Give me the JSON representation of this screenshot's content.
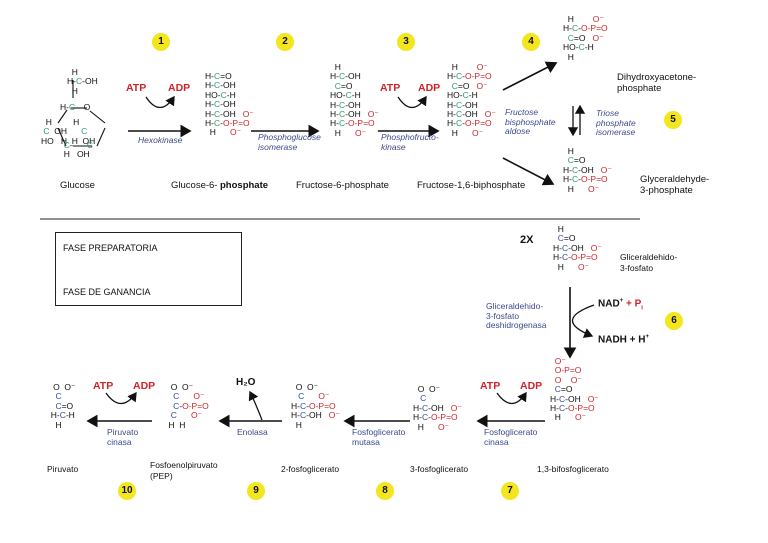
{
  "steps": [
    "1",
    "2",
    "3",
    "4",
    "5",
    "6",
    "7",
    "8",
    "9",
    "10"
  ],
  "cofactors": {
    "atp": "ATP",
    "adp": "ADP",
    "h2o": "H₂O",
    "two_x": "2X",
    "nad": "NAD",
    "pi": "P",
    "nadh": "NADH + H"
  },
  "enzymes": {
    "e1": "Hexokinase",
    "e2": "Phosphoglucose\nisomerase",
    "e3": "Phosphofructo-\nkinase",
    "e4": "Fructose\nbisphosphate\naldose",
    "e5": "Triose\nphosphate\nisomerase",
    "e6": "Gliceraldehido-\n3-fosfato\ndeshidrogenasa",
    "e7": "Fosfoglicerato\ncinasa",
    "e8": "Fosfoglicerato\nmutasa",
    "e9": "Enolasa",
    "e10": "Piruvato\ncinasa"
  },
  "labels": {
    "glucose": "Glucose",
    "g6p_a": "Glucose-6-",
    "g6p_b": "phosphate",
    "f6p": "Fructose-6-phosphate",
    "f16bp": "Fructose-1,6-biphosphate",
    "dhap": "Dihydroxyacetone-\nphosphate",
    "gap_en": "Glyceraldehyde-\n3-phosphate",
    "gap_es": "Gliceraldehido-\n3-fosfato",
    "bpg13": "1,3-bifosfoglicerato",
    "pg3": "3-fosfoglicerato",
    "pg2": "2-fosfoglicerato",
    "pep": "Fosfoenolpiruvato\n(PEP)",
    "pyruvate": "Piruvato"
  },
  "legend": {
    "prep": "FASE PREPARATORIA",
    "gain": "FASE DE GANANCIA"
  },
  "colors": {
    "badge": "#f3e51e",
    "atp": "#d2232a",
    "enzyme": "#3b4a8c",
    "carbon_green": "#2f9e6b",
    "carbon_blue": "#2e4fa3"
  }
}
